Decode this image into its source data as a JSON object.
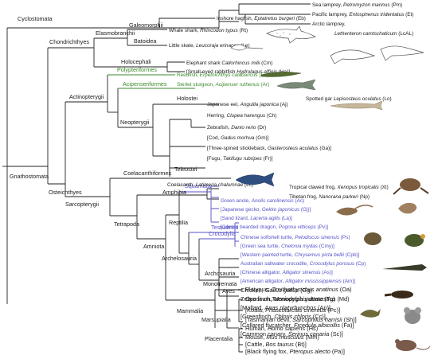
{
  "colors": {
    "default": "#1a1a1a",
    "green": "#3a8a2a",
    "blue": "#5552c8"
  },
  "clades": {
    "cyclostomata": "Cyclostomata",
    "gnathostomata": "Gnathostomata",
    "chondrichthyes": "Chondrichthyes",
    "elasmobranchii": "Elasmobranchii",
    "galeomorphii": "Galeomorphii",
    "batoidea": "Batoidea",
    "holocephali": "Holocephali",
    "osteichthyes": "Osteichthyes",
    "actinopterygii": "Actinopterygii",
    "polypteriformes": "Polypteriformes",
    "acipenseriformes": "Acipenseriformes",
    "holostei": "Holostei",
    "neopterygii": "Neopterygii",
    "teleostei": "Teleostei",
    "sarcopterygii": "Sarcopterygii",
    "coelacanthiformes": "Coelacanthiformes",
    "tetrapoda": "Tetrapoda",
    "amphibia": "Amphibia",
    "amniota": "Amniota",
    "reptilia": "Reptilia",
    "squamata": "Squamata",
    "archelosauria": "Archelosauria",
    "testudines": "Testudines",
    "archosauria": "Archosauria",
    "crocodylia": "Crocodylia",
    "aves": "Aves",
    "mammalia": "Mammalia",
    "monotremata": "Monotremata",
    "marsupialia": "Marsupialia",
    "placentalia": "Placentalia"
  },
  "species": {
    "sea_lamprey": {
      "common": "Sea lamprey, ",
      "latin": "Petromyzon marinus",
      "code": " (Pm)"
    },
    "pacific_lamprey": {
      "common": "Pacific lamprey, ",
      "latin": "Entosphenus tridentatus",
      "code": " (Et)"
    },
    "arctic_lamprey": {
      "common": "Arctic lamprey,",
      "latin": "Lethenteron camtschaticum",
      "code": " (LcAL)"
    },
    "hagfish": {
      "common": "Inshore hagfish, ",
      "latin": "Eptatretus burgeri",
      "code": " (Eb)"
    },
    "whale_shark": {
      "common": "Whale shark, ",
      "latin": "Rhincodon typus",
      "code": " (Rt)"
    },
    "little_skate": {
      "common": "Little skate, ",
      "latin": "Leucoraja erinacea",
      "code": " (Le)"
    },
    "elephant_shark": {
      "common": "Elephant shark ",
      "latin": "Callorhincus milii",
      "code": " (Cm)"
    },
    "rabbitfish": {
      "common": "[Small-eyed rabbitfish ",
      "latin": "Hydrolagus affinis",
      "code": " (Ha)]"
    },
    "reedfish": {
      "common": "Reedfish, ",
      "latin": "Erpetoichthys calabaricus",
      "code": " (Ec)"
    },
    "sterlet": {
      "common": "Sterlet sturgeon, ",
      "latin": "Acipenser ruthenus",
      "code": " (Ar)"
    },
    "spotted_gar": {
      "common": "Spotted gar ",
      "latin": "Lepisosteus oculatus",
      "code": " (Lo)"
    },
    "japanese_eel": {
      "common": "Japanese eel, ",
      "latin": "Anguilla japonica",
      "code": " (Aj)"
    },
    "herring": {
      "common": "Herring, ",
      "latin": "Clupea harengus",
      "code": " (Ch)"
    },
    "zebrafish": {
      "common": "Zebrafish, ",
      "latin": "Danio rerio",
      "code": " (Dr)"
    },
    "cod": {
      "common": "[Cod, ",
      "latin": "Gadus morhua",
      "code": " (Gm)]"
    },
    "stickleback": {
      "common": "[Three-spined stickleback, ",
      "latin": "Gasterosteus aculatus",
      "code": " (Ga)]"
    },
    "fugu": {
      "common": "[Fugu, ",
      "latin": "Takifugu rubripes",
      "code": " (Fr)]"
    },
    "coelacanth": {
      "common": "Coelacanth, ",
      "latin": "Latimeria chalumnae",
      "code": " (Lc)"
    },
    "clawed_frog": {
      "common": "Tropical clawed frog, ",
      "latin": "Xenopus tropicalis",
      "code": " (Xt)"
    },
    "tibetan_frog": {
      "common": "Tibetan frog, ",
      "latin": "Nanorana parkeri",
      "code": " (Np)"
    },
    "green_anole": {
      "common": "Green anole, ",
      "latin": "Anolis carolinensis",
      "code": " (Ac)"
    },
    "gecko": {
      "common": "[Japanese gecko, ",
      "latin": "Gekko japonicus",
      "code": " (Gj)]"
    },
    "sand_lizard": {
      "common": "[Sand lizard, ",
      "latin": "Lacerta agilis",
      "code": " (La)]"
    },
    "bearded_dragon": {
      "common": "[Central bearded dragon, ",
      "latin": "Pogona vitticeps",
      "code": " (Pv)]"
    },
    "softshell_turtle": {
      "common": "Chinese softshell turtle, ",
      "latin": "Pelodiscus sinensis",
      "code": " (Ps)"
    },
    "green_sea_turtle": {
      "common": "[Green sea turtle, ",
      "latin": "Chelonia mydas",
      "code": " (Cmy)]"
    },
    "painted_turtle": {
      "common": "[Western painted turtle, ",
      "latin": "Chrysemus picta bellii",
      "code": " (Cpb)]"
    },
    "saltwater_croc": {
      "common": "Australian saltwater crocodile, ",
      "latin": "Crocodylus porosus",
      "code": " (Cp)"
    },
    "chinese_alligator": {
      "common": "[Chinese alligator, ",
      "latin": "Alligator sinensis",
      "code": " (As)]"
    },
    "american_alligator": {
      "common": "[American alligator, ",
      "latin": "Alligator mississippiensis",
      "code": " (Am)]"
    },
    "chicken": {
      "common": "Chicken, ",
      "latin": "Gallus gallus",
      "code": " (Gg)"
    },
    "zebra_finch": {
      "common": "Zebra finch,",
      "latin": "Taeniopygia guttata",
      "code": " (Tg)"
    },
    "mallard": {
      "common": "[Mallard, ",
      "latin": "Anas platyrhynchos",
      "code": " (Ap)]"
    },
    "greenfinch": {
      "common": "[Greenfinch, ",
      "latin": "Chloris chloris",
      "code": " (Cc)]"
    },
    "flycatcher": {
      "common": "[Collared flycatcher, ",
      "latin": "Ficedula albicollis",
      "code": " (Fa)]"
    },
    "canary": {
      "common": "[Common canary, ",
      "latin": "Serinus canaria",
      "code": " (Sc)]"
    },
    "platypus": {
      "common": "Platypus, ",
      "latin": "Ornithorhynchus anatinus",
      "code": " (Oa)"
    },
    "opossum": {
      "common": "Opossum, ",
      "latin": "Monodelphis domestica",
      "code": " (Md)"
    },
    "koala": {
      "common": "[Koala, ",
      "latin": "Phascolarctos cinereus",
      "code": " (Pc)]"
    },
    "tasmanian_devil": {
      "common": "[Tasmanian devil, ",
      "latin": "Sarcophilus harrisii",
      "code": " (Sh)]"
    },
    "human": {
      "common": "Human, ",
      "latin": "Homo sapiens",
      "code": " (Hs)"
    },
    "mouse": {
      "common": "Mouse, ",
      "latin": "Mus musculus",
      "code": " (Mm)"
    },
    "cattle": {
      "common": "[Cattle, ",
      "latin": "Bos taurus",
      "code": " (Bt)]"
    },
    "flying_fox": {
      "common": "[Black flying fox, ",
      "latin": "Pteropus alecto",
      "code": " (Pa)]"
    }
  }
}
